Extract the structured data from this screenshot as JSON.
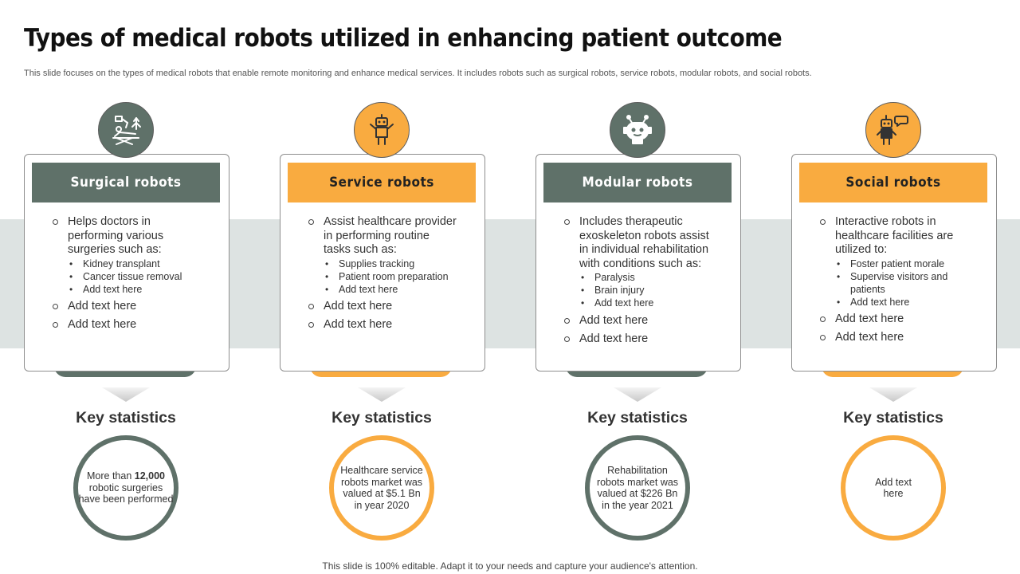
{
  "title": "Types of medical robots utilized in enhancing patient outcome",
  "subtitle": "This slide focuses on the types of medical robots that enable remote monitoring and enhance medical services. It includes robots such as surgical robots, service robots, modular robots, and social robots.",
  "colors": {
    "teal": "#5f7169",
    "orange": "#f9ab40",
    "band": "#dde3e2"
  },
  "cards": [
    {
      "icon": "surgical-robot-icon",
      "header": "Surgical robots",
      "lead": "Helps doctors in performing various surgeries such as:",
      "subs": [
        "Kidney transplant",
        "Cancer tissue removal",
        "Add text here"
      ],
      "extra1": "Add text here",
      "extra2": "Add text here",
      "key_title": "Key statistics",
      "stat_pre": "More than ",
      "stat_bold": "12,000",
      "stat_post": " robotic surgeries have been performed"
    },
    {
      "icon": "service-robot-icon",
      "header": "Service robots",
      "lead": "Assist healthcare provider in performing routine tasks such as:",
      "subs": [
        "Supplies tracking",
        "Patient room preparation",
        "Add text here"
      ],
      "extra1": "Add text here",
      "extra2": "Add text here",
      "key_title": "Key statistics",
      "stat": "Healthcare service robots market was valued at $5.1 Bn in year 2020"
    },
    {
      "icon": "modular-robot-icon",
      "header": "Modular robots",
      "lead": "Includes therapeutic exoskeleton robots assist in individual rehabilitation with conditions such as:",
      "subs": [
        "Paralysis",
        "Brain injury",
        "Add text here"
      ],
      "extra1": "Add text here",
      "extra2": "Add text here",
      "key_title": "Key statistics",
      "stat": "Rehabilitation robots market was valued at $226 Bn in the year 2021"
    },
    {
      "icon": "social-robot-icon",
      "header": "Social robots",
      "lead": "Interactive robots in healthcare facilities are utilized to:",
      "subs": [
        "Foster patient morale",
        "Supervise visitors and patients",
        "Add text here"
      ],
      "extra1": "Add text here",
      "extra2": "Add text here",
      "key_title": "Key statistics",
      "stat": "Add text here"
    }
  ],
  "footer": "This slide is 100% editable. Adapt it to your needs and capture your audience's attention."
}
